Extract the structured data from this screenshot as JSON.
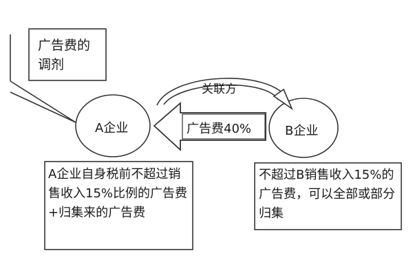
{
  "diagram": {
    "callout_top": "广告费的\n调剂",
    "relation_label": "关联方",
    "transfer_label": "广告费40%",
    "node_a": "A企业",
    "node_b": "B企业",
    "note_a": "A企业自身税前不超过销售收入15%比例的广告费+归集来的广告费",
    "note_b": "不超过B销售收入15%的广告费，可以全部或部分归集"
  }
}
